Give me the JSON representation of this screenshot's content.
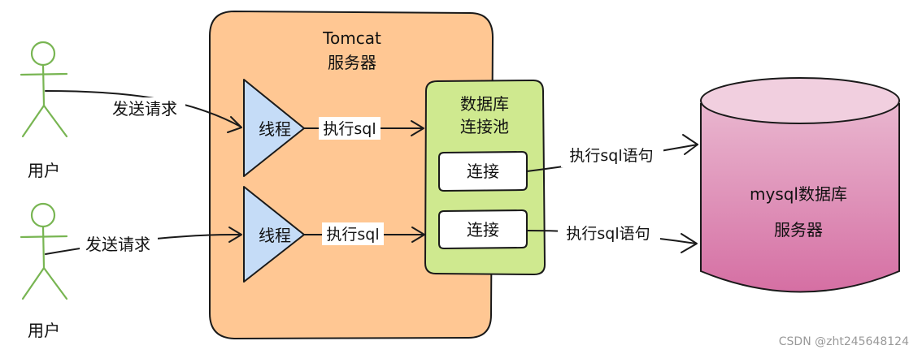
{
  "users": [
    {
      "label": "用户",
      "request_label": "发送请求"
    },
    {
      "label": "用户",
      "request_label": "发送请求"
    }
  ],
  "tomcat": {
    "title_line1": "Tomcat",
    "title_line2": "服务器"
  },
  "threads": [
    {
      "label": "线程",
      "exec_label": "执行sql"
    },
    {
      "label": "线程",
      "exec_label": "执行sql"
    }
  ],
  "pool": {
    "title_line1": "数据库",
    "title_line2": "连接池",
    "connections": [
      {
        "label": "连接"
      },
      {
        "label": "连接"
      }
    ]
  },
  "statements": [
    {
      "label": "执行sql语句"
    },
    {
      "label": "执行sql语句"
    }
  ],
  "database": {
    "title_line1": "mysql数据库",
    "title_line2": "服务器"
  },
  "watermark": "CSDN @zht245648124",
  "colors": {
    "tomcat_fill": "#ffc793",
    "thread_fill": "#c5dcf7",
    "pool_fill": "#cfe98f",
    "db_fill": "#de8fb7",
    "db_top": "#f1cfdf",
    "user_stroke": "#78b552"
  }
}
